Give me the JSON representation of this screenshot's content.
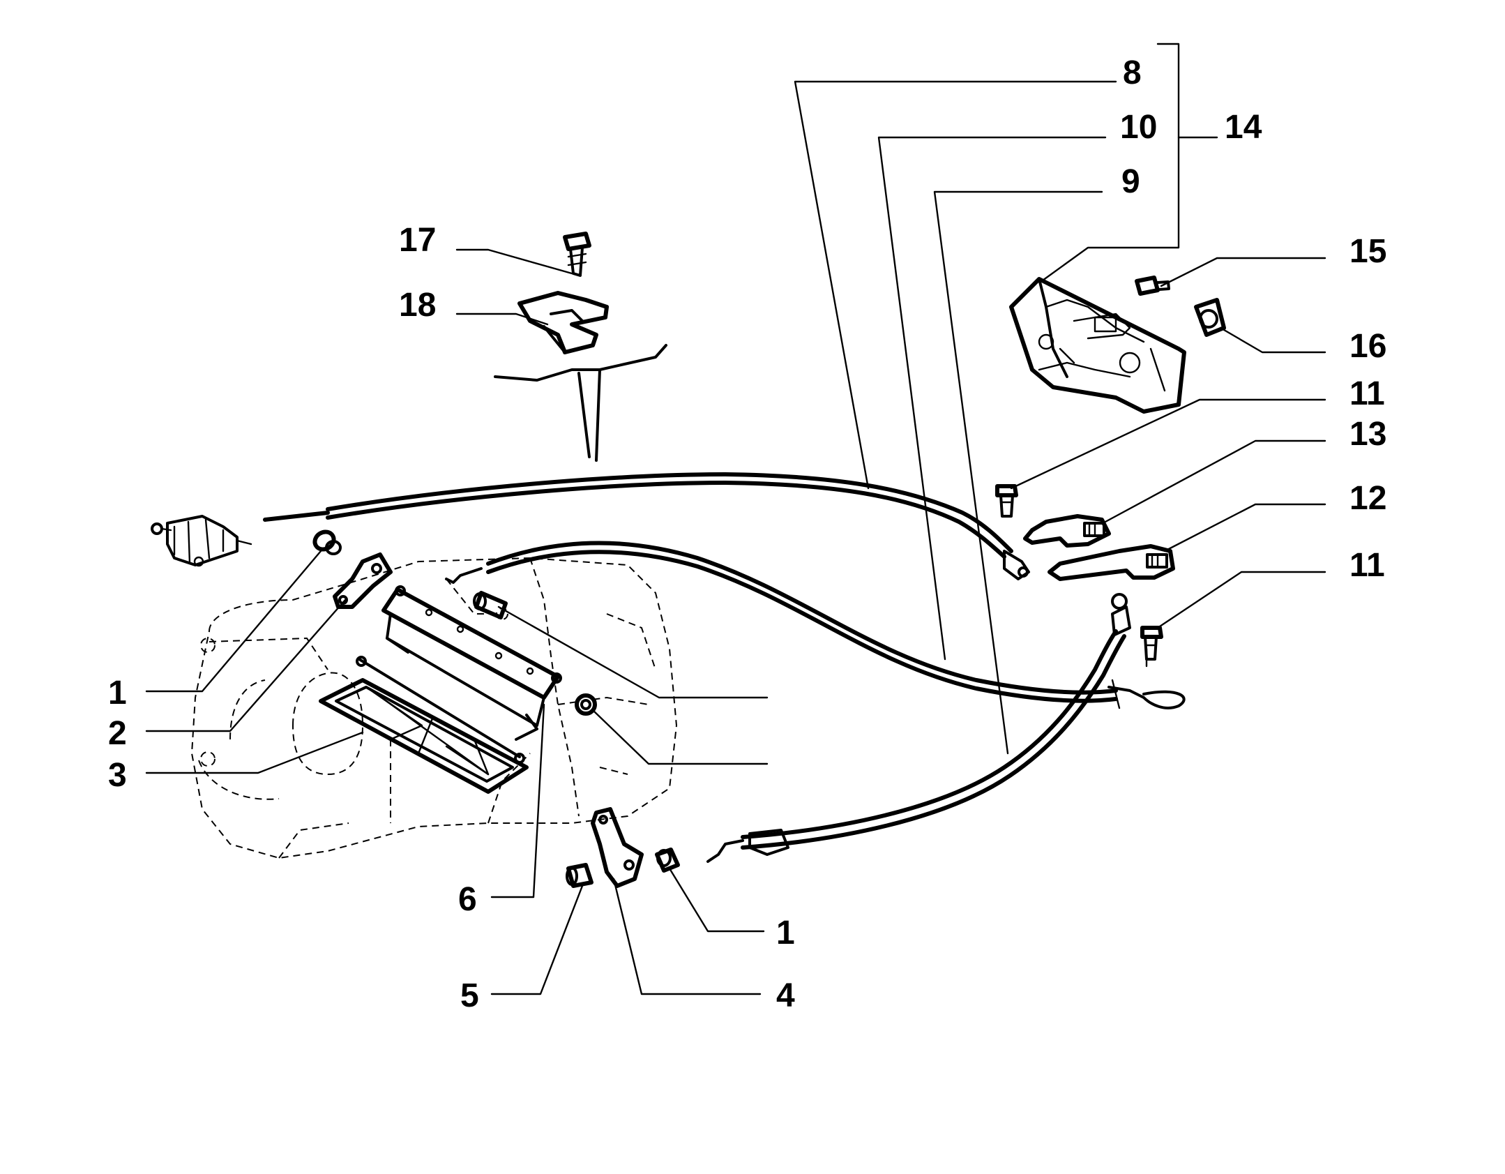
{
  "diagram": {
    "callouts": [
      {
        "id": "c1a",
        "text": "1"
      },
      {
        "id": "c2",
        "text": "2"
      },
      {
        "id": "c3",
        "text": "3"
      },
      {
        "id": "c6",
        "text": "6"
      },
      {
        "id": "c5",
        "text": "5"
      },
      {
        "id": "c4",
        "text": "4"
      },
      {
        "id": "c1b",
        "text": "1"
      },
      {
        "id": "c8",
        "text": "8"
      },
      {
        "id": "c10",
        "text": "10"
      },
      {
        "id": "c9",
        "text": "9"
      },
      {
        "id": "c14",
        "text": "14"
      },
      {
        "id": "c15",
        "text": "15"
      },
      {
        "id": "c16",
        "text": "16"
      },
      {
        "id": "c11a",
        "text": "11"
      },
      {
        "id": "c13",
        "text": "13"
      },
      {
        "id": "c12",
        "text": "12"
      },
      {
        "id": "c11b",
        "text": "11"
      },
      {
        "id": "c17",
        "text": "17"
      },
      {
        "id": "c18",
        "text": "18"
      }
    ]
  }
}
